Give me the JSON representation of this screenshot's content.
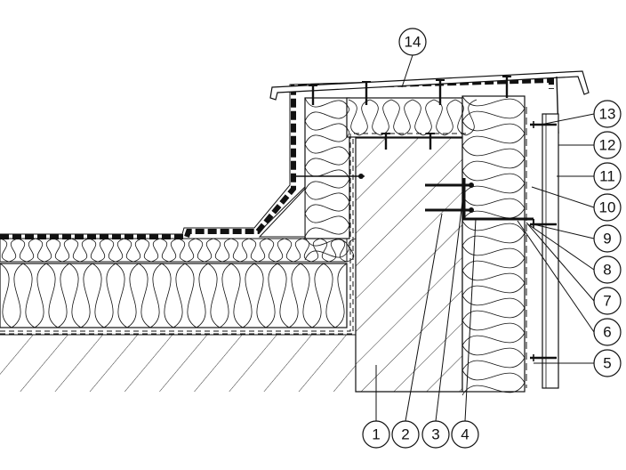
{
  "colors": {
    "line": "#111111",
    "background": "#ffffff",
    "hatch": "#333333"
  },
  "callouts": [
    {
      "label": "1"
    },
    {
      "label": "2"
    },
    {
      "label": "3"
    },
    {
      "label": "4"
    },
    {
      "label": "5"
    },
    {
      "label": "6"
    },
    {
      "label": "7"
    },
    {
      "label": "8"
    },
    {
      "label": "9"
    },
    {
      "label": "10"
    },
    {
      "label": "11"
    },
    {
      "label": "12"
    },
    {
      "label": "13"
    },
    {
      "label": "14"
    }
  ]
}
